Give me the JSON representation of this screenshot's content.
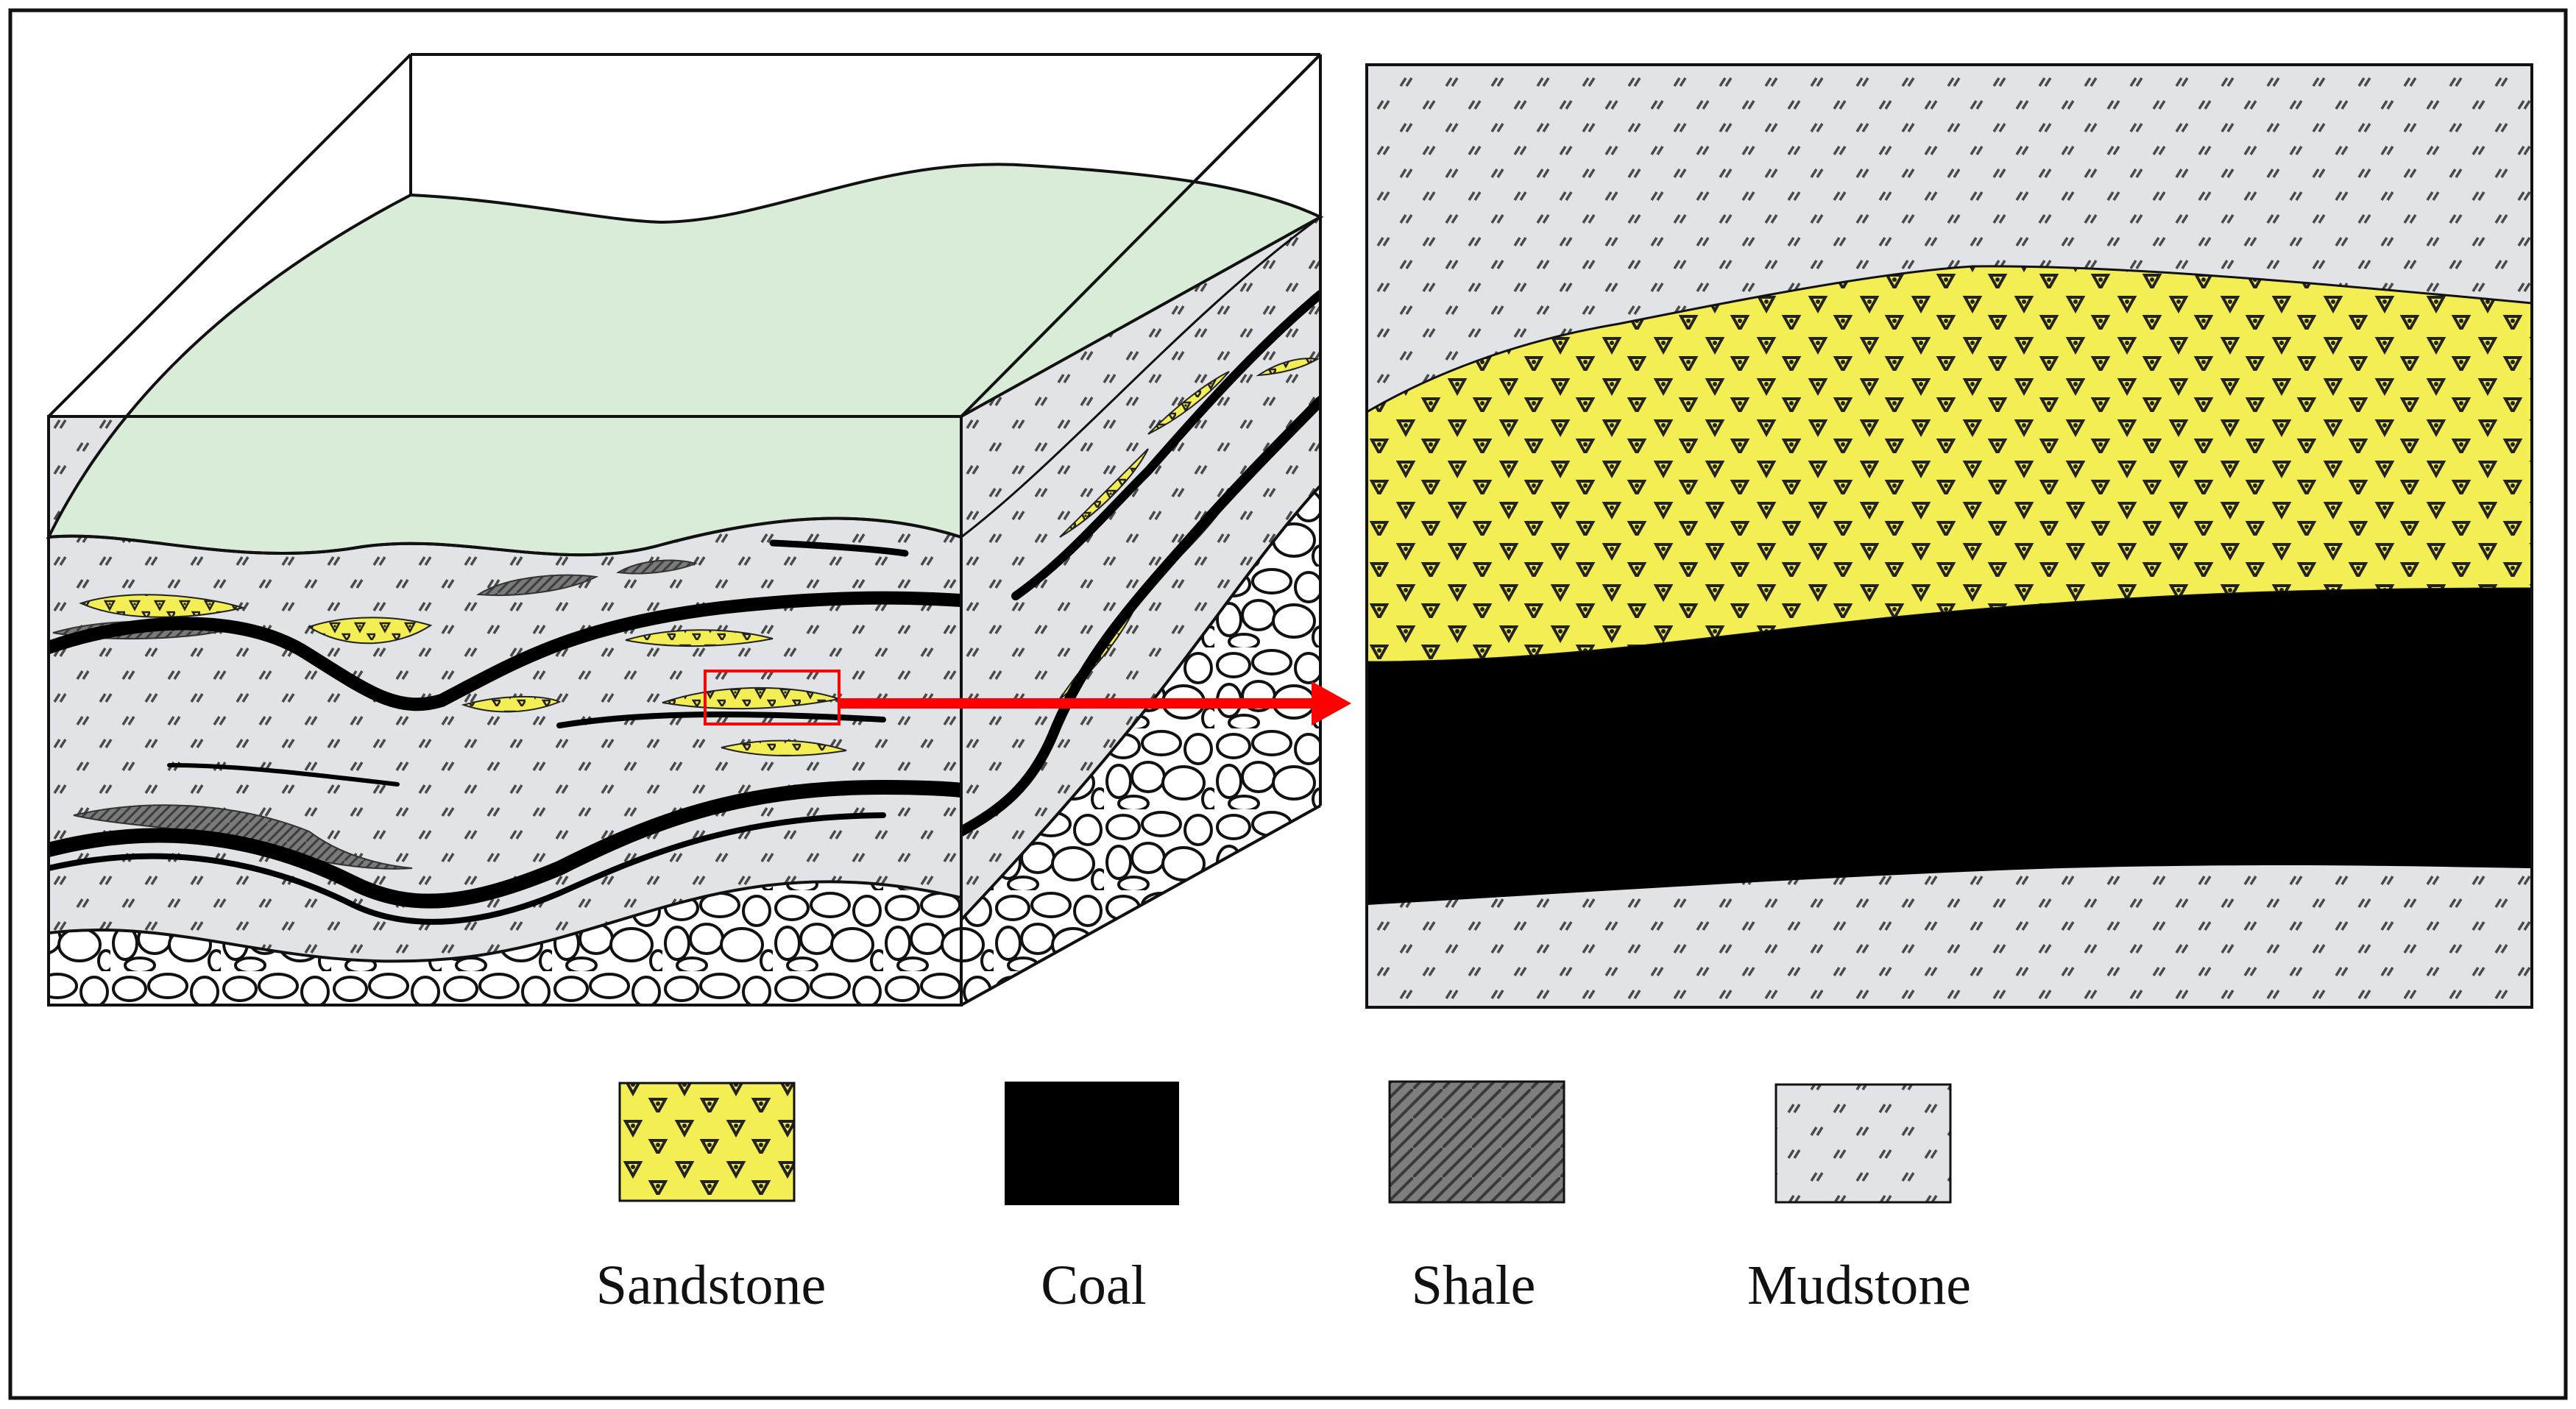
{
  "colors": {
    "sandstone": "#f4ee55",
    "coal": "#000000",
    "shale": "#7a7a7a",
    "mudstone": "#e2e3e6",
    "surface": "#d9ecd8",
    "arrow": "#ff0000",
    "highlight_box": "#ff0000"
  },
  "legend": {
    "items": [
      {
        "key": "sandstone",
        "label": "Sandstone"
      },
      {
        "key": "coal",
        "label": "Coal"
      },
      {
        "key": "shale",
        "label": "Shale"
      },
      {
        "key": "mudstone",
        "label": "Mudstone"
      }
    ]
  }
}
